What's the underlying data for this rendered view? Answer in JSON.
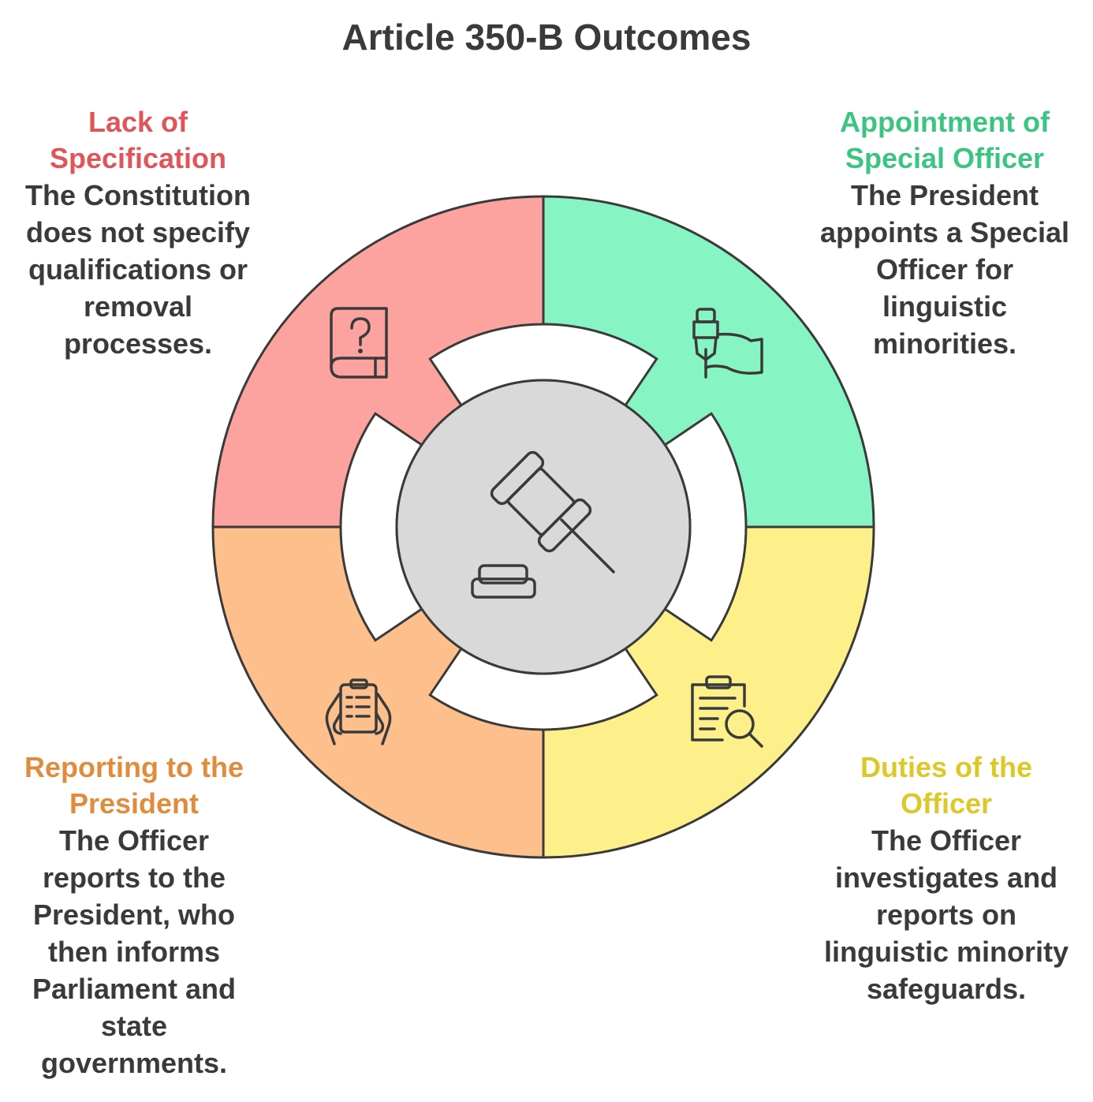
{
  "title": "Article 350-B Outcomes",
  "colors": {
    "outline": "#3a3a3a",
    "center_fill": "#d9d9d9",
    "red_fill": "#fca3a0",
    "green_fill": "#86f5c3",
    "orange_fill": "#fdc08c",
    "yellow_fill": "#fdf08a",
    "red_text": "#e0555a",
    "green_text": "#3cc482",
    "orange_text": "#e08c3c",
    "yellow_text": "#dcc828"
  },
  "center_icon": "gavel-icon",
  "sections": [
    {
      "id": "lack",
      "icon": "question-book-icon",
      "heading_lines": [
        "Lack of",
        "Specification"
      ],
      "desc_lines": [
        "The Constitution",
        "does not specify",
        "qualifications or",
        "removal",
        "processes."
      ]
    },
    {
      "id": "appointment",
      "icon": "pen-flag-icon",
      "heading_lines": [
        "Appointment of",
        "Special Officer"
      ],
      "desc_lines": [
        "The President",
        "appoints a Special",
        "Officer for",
        "linguistic",
        "minorities."
      ]
    },
    {
      "id": "reporting",
      "icon": "report-hands-icon",
      "heading_lines": [
        "Reporting to the",
        "President"
      ],
      "desc_lines": [
        "The Officer",
        "reports to the",
        "President, who",
        "then informs",
        "Parliament and",
        "state",
        "governments."
      ]
    },
    {
      "id": "duties",
      "icon": "clipboard-search-icon",
      "heading_lines": [
        "Duties of the",
        "Officer"
      ],
      "desc_lines": [
        "The Officer",
        "investigates and",
        "reports on",
        "linguistic minority",
        "safeguards."
      ]
    }
  ]
}
